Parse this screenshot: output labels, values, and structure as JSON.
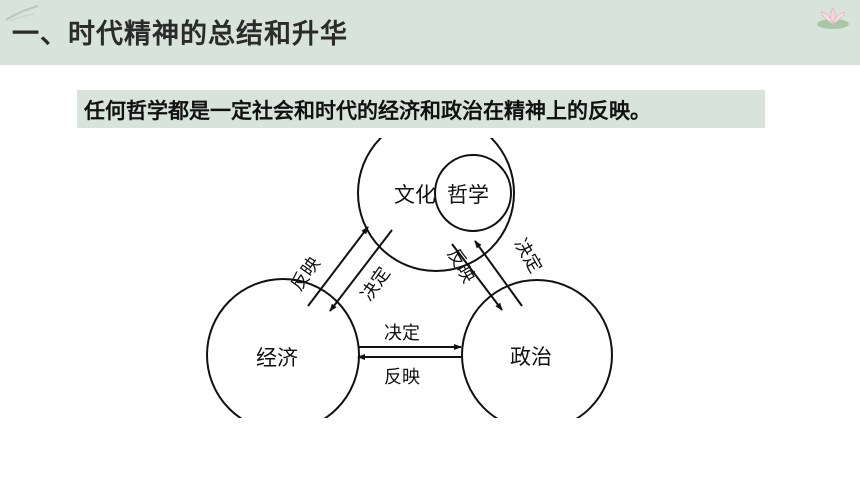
{
  "header": {
    "title": "一、时代精神的总结和升华",
    "decor_left_icon": "brush-icon",
    "decor_right_icon": "lotus-icon",
    "background": "#d7e3db"
  },
  "statement": {
    "text": "任何哲学都是一定社会和时代的经济和政治在精神上的反映。"
  },
  "diagram": {
    "nodes": {
      "culture": "文化",
      "philosophy": "哲学",
      "economy": "经济",
      "politics": "政治"
    },
    "edges": {
      "economy_to_culture": "反映",
      "culture_from_economy": "决定",
      "culture_to_politics": "反映",
      "politics_to_culture": "决定",
      "economy_to_politics": "决定",
      "politics_to_economy": "反映"
    }
  }
}
